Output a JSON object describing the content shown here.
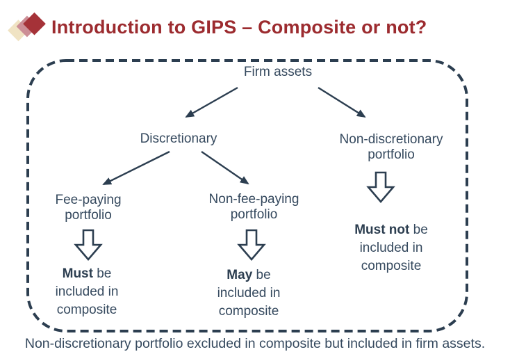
{
  "header": {
    "title": "Introduction to GIPS – Composite or not?"
  },
  "colors": {
    "accent_red": "#9C2B2F",
    "ink": "#2C3E50",
    "text": "#35495E",
    "logo_cream": "#F0E3C3",
    "logo_rose": "#CC8E96",
    "logo_red": "#A53238"
  },
  "diagram": {
    "root": "Firm assets",
    "level1": {
      "left": "Discretionary",
      "right": "Non-discretionary portfolio"
    },
    "level2": {
      "left": "Fee-paying portfolio",
      "middle": "Non-fee-paying portfolio"
    },
    "outcomes": {
      "fee_paying": {
        "emphasis": "Must",
        "after": " be",
        "line2": "included in",
        "line3": "composite"
      },
      "non_fee_paying": {
        "emphasis": "May",
        "after": " be",
        "line2": "included in",
        "line3": "composite"
      },
      "non_discretionary": {
        "emphasis": "Must not",
        "after": " be",
        "line2": "included in",
        "line3": "composite"
      }
    }
  },
  "caption": "Non-discretionary portfolio excluded in composite but included in firm assets."
}
